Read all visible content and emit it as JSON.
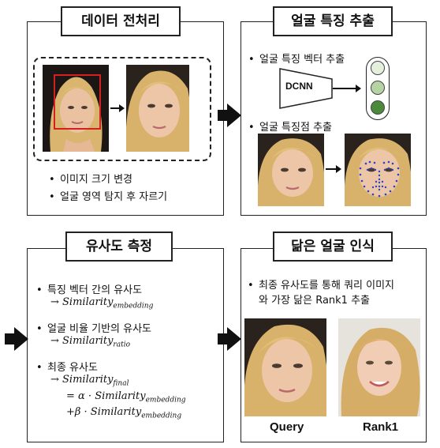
{
  "panels": {
    "preprocess": {
      "title": "데이터 전처리",
      "bullets": [
        "이미지 크기 변경",
        "얼굴 영역 탐지 후 자르기"
      ]
    },
    "features": {
      "title": "얼굴 특징 추출",
      "bullets": [
        "얼굴 특징 벡터 추출",
        "얼굴 특징점 추출"
      ],
      "dcnn_label": "DCNN",
      "vector_colors": [
        "#e4f0dc",
        "#b6d4a3",
        "#4a8a3a"
      ]
    },
    "similarity": {
      "title": "유사도 측정",
      "items": [
        {
          "label": "특징 벡터 간의 유사도",
          "formula": "→ Similarity",
          "sub": "embedding"
        },
        {
          "label": "얼굴 비율 기반의 유사도",
          "formula": "→ Similarity",
          "sub": "ratio"
        },
        {
          "label": "최종 유사도",
          "formula": "→ Similarity",
          "sub": "final"
        }
      ],
      "final_line1": "= α · Similarity",
      "final_line1_sub": "embedding",
      "final_line2": "+β · Similarity",
      "final_line2_sub": "embedding"
    },
    "recognition": {
      "title": "닮은 얼굴 인식",
      "text_line1": "최종 유사도를 통해 쿼리 이미지",
      "text_line2": "와 가장 닮은 Rank1 추출",
      "captions": [
        "Query",
        "Rank1"
      ]
    }
  },
  "colors": {
    "face_bbox": "#d42020",
    "landmark": "#2a44c8"
  }
}
